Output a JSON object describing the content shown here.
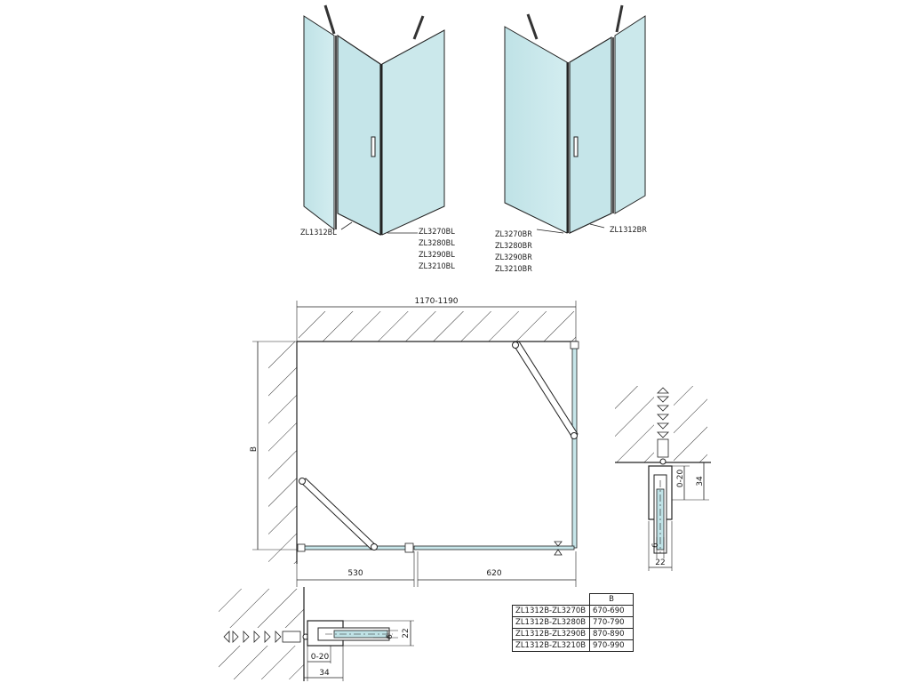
{
  "left_labels": {
    "bottom_profile": "ZL1312BL",
    "doors": [
      "ZL3270BL",
      "ZL3280BL",
      "ZL3290BL",
      "ZL3210BL"
    ]
  },
  "right_labels": {
    "bottom_profile": "ZL1312BR",
    "doors": [
      "ZL3270BR",
      "ZL3280BR",
      "ZL3290BR",
      "ZL3210BR"
    ]
  },
  "plan": {
    "width_dim": "1170-1190",
    "depth_dim": "B",
    "left_segment": "530",
    "right_segment": "620"
  },
  "detail_right": {
    "adjust": "0-20",
    "depth": "34",
    "glass": "6",
    "width": "22"
  },
  "detail_bottom": {
    "glass": "6",
    "height": "22",
    "adjust": "0-20",
    "depth": "34"
  },
  "spec_table": {
    "header": "B",
    "rows": [
      {
        "model": "ZL1312B-ZL3270B",
        "range": "670-690"
      },
      {
        "model": "ZL1312B-ZL3280B",
        "range": "770-790"
      },
      {
        "model": "ZL1312B-ZL3290B",
        "range": "870-890"
      },
      {
        "model": "ZL1312B-ZL3210B",
        "range": "970-990"
      }
    ]
  },
  "colors": {
    "glass": "#c7e6ea",
    "glass_dark": "#a9d3d9",
    "line": "#222222"
  }
}
